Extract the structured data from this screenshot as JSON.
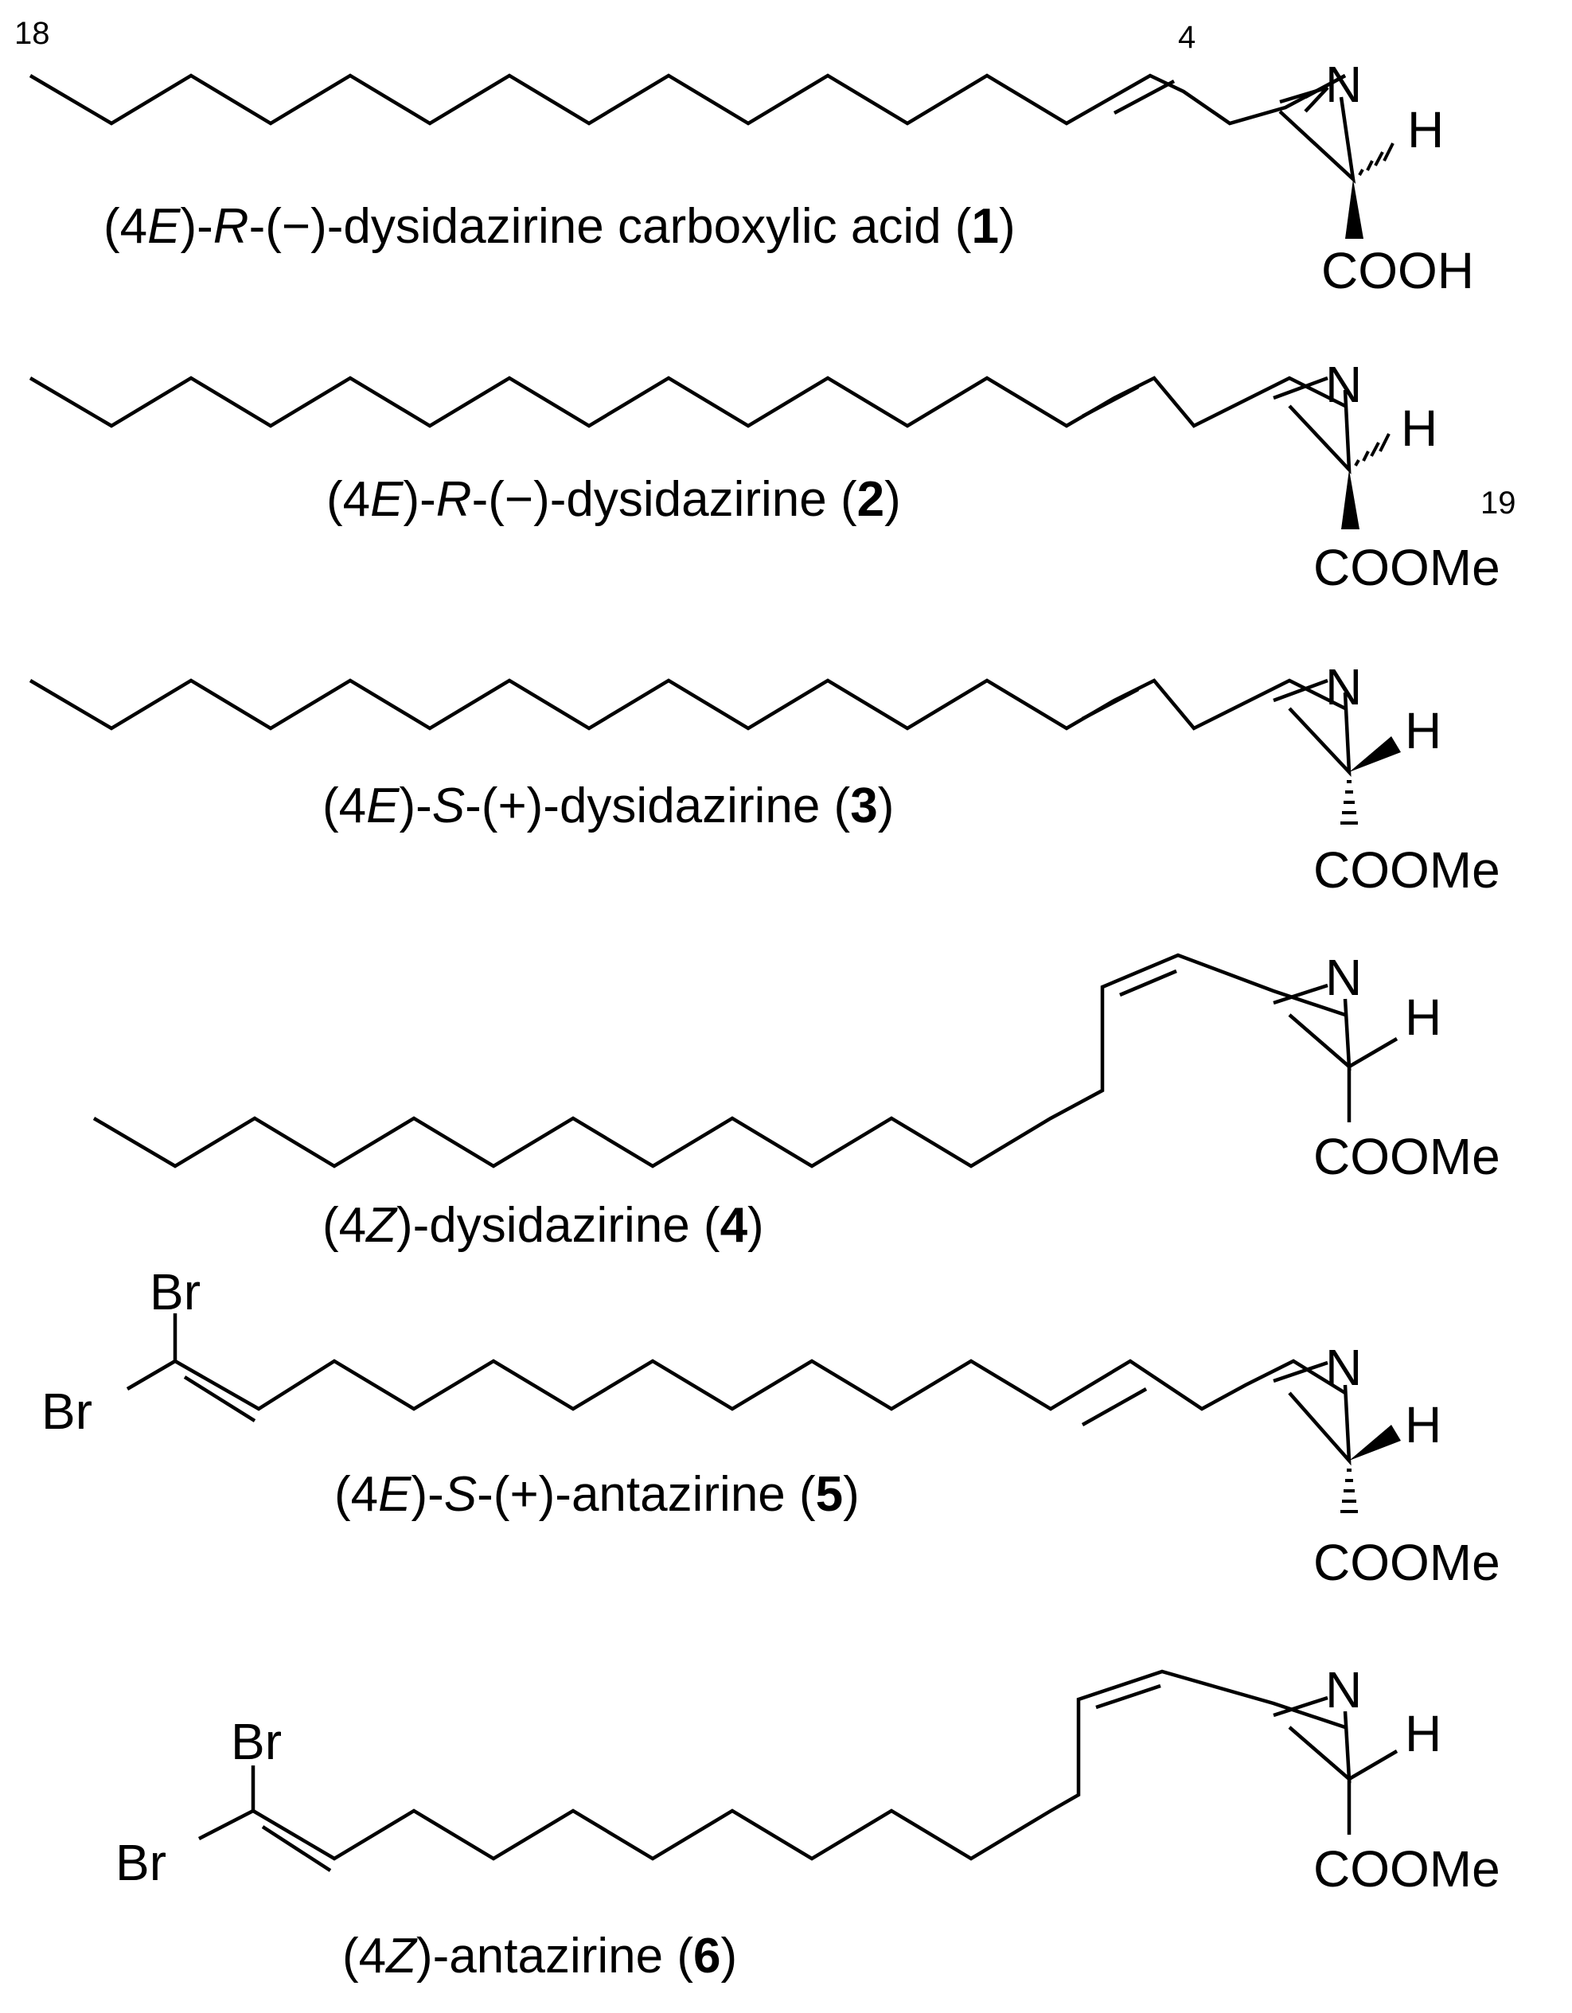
{
  "figure": {
    "locant_labels": {
      "c18": "18",
      "c4": "4",
      "c19": "19"
    },
    "compounds": [
      {
        "id": "1",
        "caption": {
          "part1": "(4",
          "E": "E",
          "part2": ")-",
          "stereo": "R",
          "part3": "-(−)-dysidazirine carboxylic acid (",
          "num": "1",
          "part4": ")"
        },
        "atoms": {
          "N": "N",
          "H": "H",
          "ester": "COOH"
        },
        "alkene": "E",
        "terminus": "methyl"
      },
      {
        "id": "2",
        "caption": {
          "part1": "(4",
          "E": "E",
          "part2": ")-",
          "stereo": "R",
          "part3": "-(−)-dysidazirine (",
          "num": "2",
          "part4": ")"
        },
        "atoms": {
          "N": "N",
          "H": "H",
          "ester": "COOMe"
        },
        "alkene": "E",
        "terminus": "methyl"
      },
      {
        "id": "3",
        "caption": {
          "part1": "(4",
          "E": "E",
          "part2": ")-",
          "stereo": "S",
          "part3": "-(+)-dysidazirine (",
          "num": "3",
          "part4": ")"
        },
        "atoms": {
          "N": "N",
          "H": "H",
          "ester": "COOMe"
        },
        "alkene": "E",
        "terminus": "methyl"
      },
      {
        "id": "4",
        "caption": {
          "part1": "(4",
          "Z": "Z",
          "part2": ")-dysidazirine (",
          "num": "4",
          "part3": ")"
        },
        "atoms": {
          "N": "N",
          "H": "H",
          "ester": "COOMe"
        },
        "alkene": "Z",
        "terminus": "methyl"
      },
      {
        "id": "5",
        "caption": {
          "part1": "(4",
          "E": "E",
          "part2": ")-",
          "stereo": "S",
          "part3": "-(+)-antazirine (",
          "num": "5",
          "part4": ")"
        },
        "atoms": {
          "N": "N",
          "H": "H",
          "ester": "COOMe",
          "br_top": "Br",
          "br_bottom": "Br"
        },
        "alkene": "E",
        "terminus": "dibromovinyl"
      },
      {
        "id": "6",
        "caption": {
          "part1": "(4",
          "Z": "Z",
          "part2": ")-antazirine (",
          "num": "6",
          "part3": ")"
        },
        "atoms": {
          "N": "N",
          "H": "H",
          "ester": "COOMe",
          "br_top": "Br",
          "br_bottom": "Br"
        },
        "alkene": "Z",
        "terminus": "dibromovinyl"
      }
    ]
  }
}
